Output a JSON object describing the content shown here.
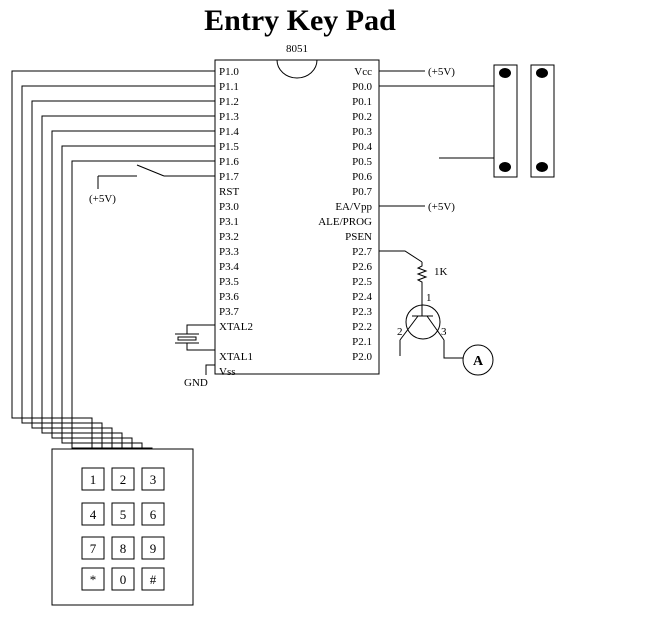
{
  "title": "Entry Key Pad",
  "chip": {
    "name": "8051",
    "left_pins": [
      "P1.0",
      "P1.1",
      "P1.2",
      "P1.3",
      "P1.4",
      "P1.5",
      "P1.6",
      "P1.7",
      "RST",
      "P3.0",
      "P3.1",
      "P3.2",
      "P3.3",
      "P3.4",
      "P3.5",
      "P3.6",
      "P3.7",
      "XTAL2",
      "",
      "XTAL1",
      "Vss"
    ],
    "right_pins": [
      "Vcc",
      "P0.0",
      "P0.1",
      "P0.2",
      "P0.3",
      "P0.4",
      "P0.5",
      "P0.6",
      "P0.7",
      "EA/Vpp",
      "ALE/PROG",
      "PSEN",
      "P2.7",
      "P2.6",
      "P2.5",
      "P2.4",
      "P2.3",
      "P2.2",
      "P2.1",
      "P2.0"
    ]
  },
  "labels": {
    "vcc_supply": "(+5V)",
    "ea_supply": "(+5V)",
    "rst_supply": "(+5V)",
    "ground": "GND",
    "resistor": "1K",
    "transistor_pin1": "1",
    "transistor_pin2": "2",
    "transistor_pin3": "3",
    "ammeter": "A"
  },
  "keypad": {
    "keys": [
      "1",
      "2",
      "3",
      "4",
      "5",
      "6",
      "7",
      "8",
      "9",
      "*",
      "0",
      "#"
    ]
  }
}
